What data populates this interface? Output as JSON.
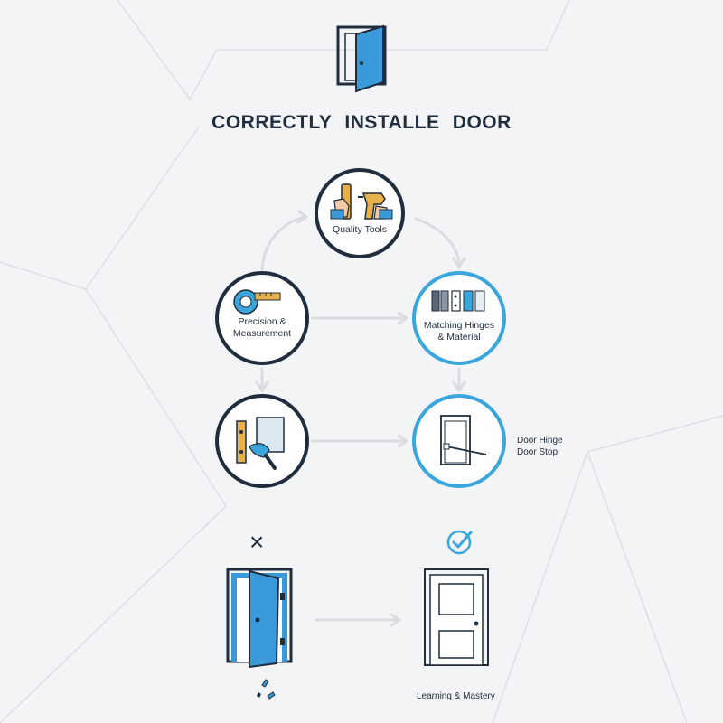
{
  "title": "CORRECTLY   INSTALLE DOOR",
  "nodes": {
    "quality_tools": {
      "label": "Quality Tools"
    },
    "precision": {
      "label": "Precision &\nMeasurement"
    },
    "hinges": {
      "label": "Matching Hinges\n& Material"
    },
    "door_stop": {
      "label": "Door Hinge\nDoor Stop"
    }
  },
  "bottom": {
    "wrong_symbol": "×",
    "right_label": "Learning & Mastery"
  },
  "colors": {
    "dark_ring": "#1f2d3d",
    "blue_ring": "#3aa6dc",
    "door_blue": "#3a9ad9",
    "arrow": "#d9dde2",
    "check": "#3aa6dc"
  }
}
